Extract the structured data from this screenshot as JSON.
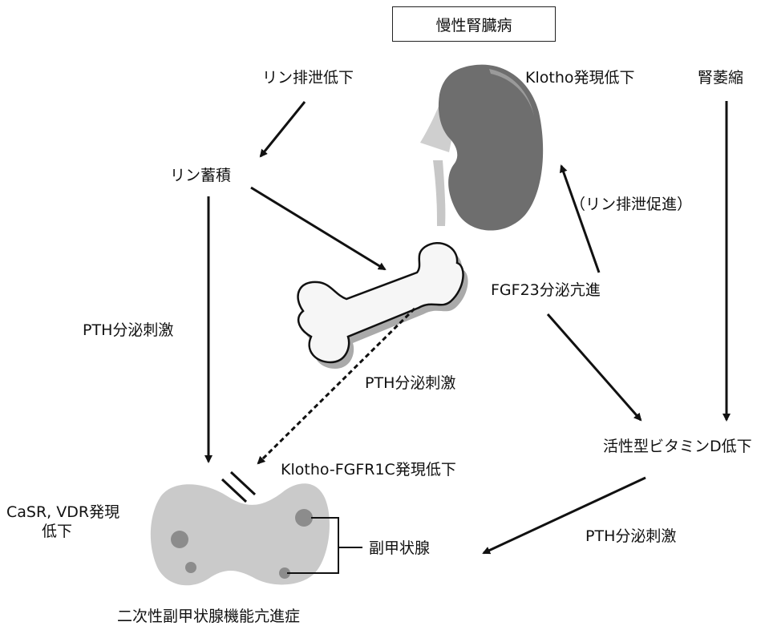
{
  "title": "慢性腎臓病",
  "labels": {
    "phosphate_excretion_down": "リン排泄低下",
    "phosphate_accumulation": "リン蓄積",
    "klotho_down": "Klotho発現低下",
    "renal_atrophy": "腎萎縮",
    "phosphate_excretion_up": "（リン排泄促進）",
    "fgf23_up": "FGF23分泌亢進",
    "pth_stim_left": "PTH分泌刺激",
    "pth_stim_middle": "PTH分泌刺激",
    "pth_stim_right": "PTH分泌刺激",
    "active_vitd_down": "活性型ビタミンD低下",
    "klotho_fgfr1c_down": "Klotho-FGFR1C発現低下",
    "casr_vdr_down_line1": "CaSR, VDR発現",
    "casr_vdr_down_line2": "低下",
    "parathyroid": "副甲状腺",
    "shpt": "二次性副甲状腺機能亢進症"
  }
}
